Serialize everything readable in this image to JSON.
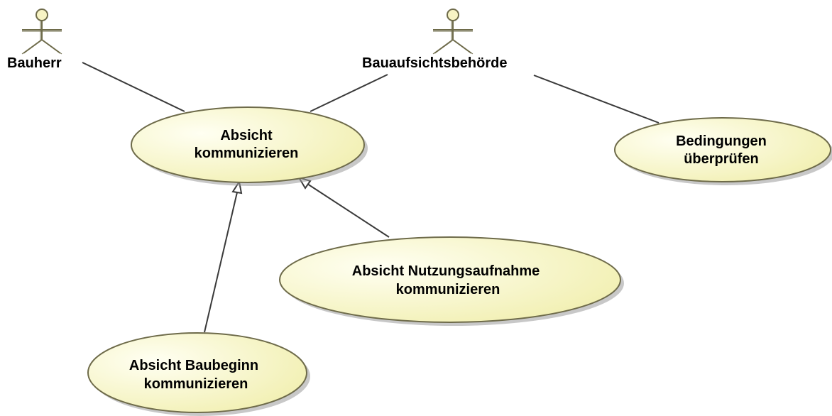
{
  "colors": {
    "usecase_fill_light": "#fffff2",
    "usecase_fill_dark": "#f2f0b4",
    "usecase_stroke": "#6e6b4a",
    "shadow": "#9a9a9a",
    "actor_head_fill": "#f7f3c4",
    "actor_stroke": "#6e6b4a",
    "line": "#3a3a3a"
  },
  "actors": [
    {
      "id": "bauherr",
      "name": "Bauherr"
    },
    {
      "id": "behoerde",
      "name": "Bauaufsichtsbehörde"
    }
  ],
  "usecases": [
    {
      "id": "absicht",
      "lines": [
        "Absicht",
        "kommunizieren"
      ]
    },
    {
      "id": "bedingungen",
      "lines": [
        "Bedingungen",
        "überprüfen"
      ]
    },
    {
      "id": "nutzung",
      "lines": [
        "Absicht Nutzungsaufnahme",
        "kommunizieren"
      ]
    },
    {
      "id": "baubeginn",
      "lines": [
        "Absicht Baubeginn",
        "kommunizieren"
      ]
    }
  ],
  "associations": [
    {
      "from": "bauherr",
      "to": "absicht"
    },
    {
      "from": "behoerde",
      "to": "absicht"
    },
    {
      "from": "behoerde",
      "to": "bedingungen"
    }
  ],
  "generalizations": [
    {
      "child": "baubeginn",
      "parent": "absicht"
    },
    {
      "child": "nutzung",
      "parent": "absicht"
    }
  ]
}
